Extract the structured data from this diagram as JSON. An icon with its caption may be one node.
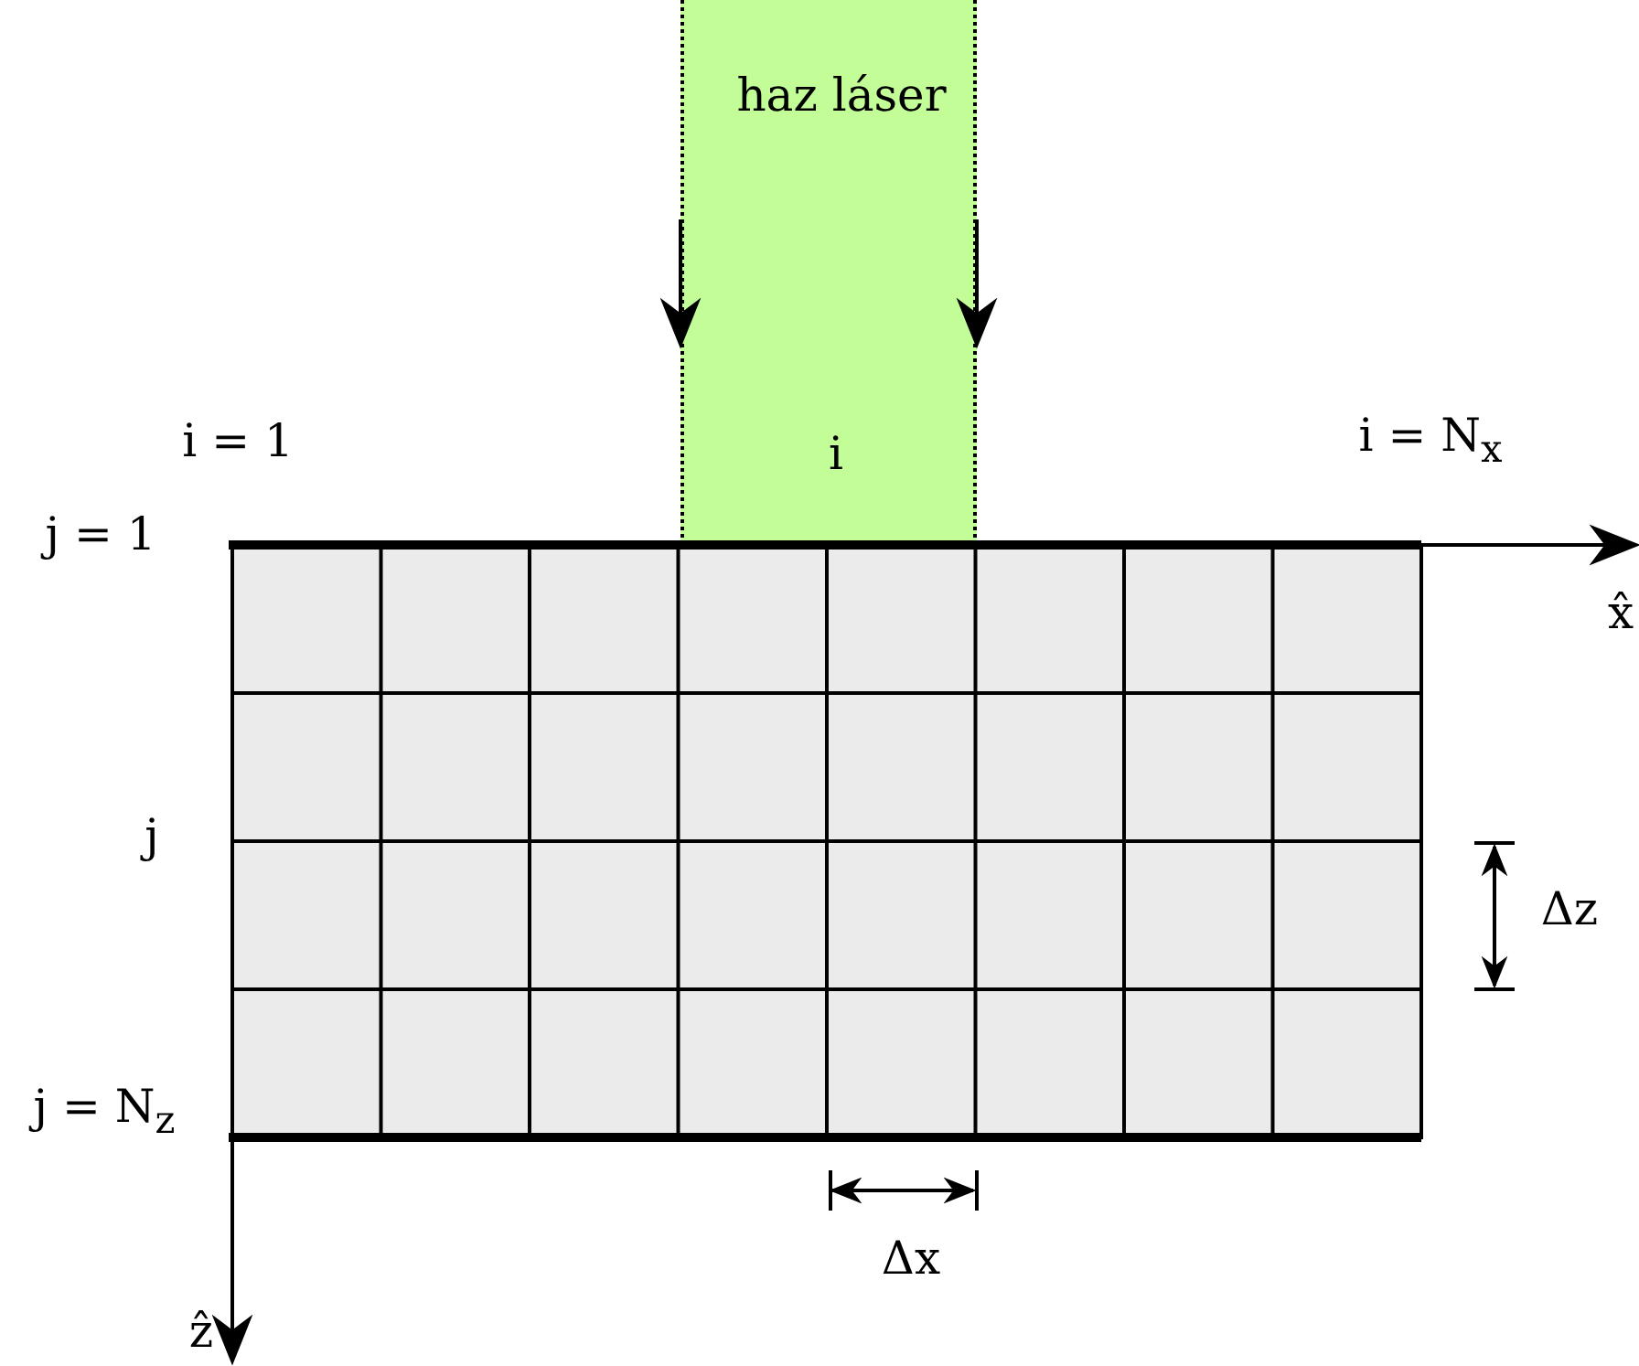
{
  "diagram": {
    "nodes": [
      {
        "text": [
          "haz láser",
          "i"
        ]
      }
    ],
    "labels": [
      "i = 1",
      "i = N$_{x}$",
      "j = 1",
      "x̂",
      "j",
      "Δz",
      "j = N$_{z}$",
      "Δx",
      "ẑ"
    ]
  }
}
